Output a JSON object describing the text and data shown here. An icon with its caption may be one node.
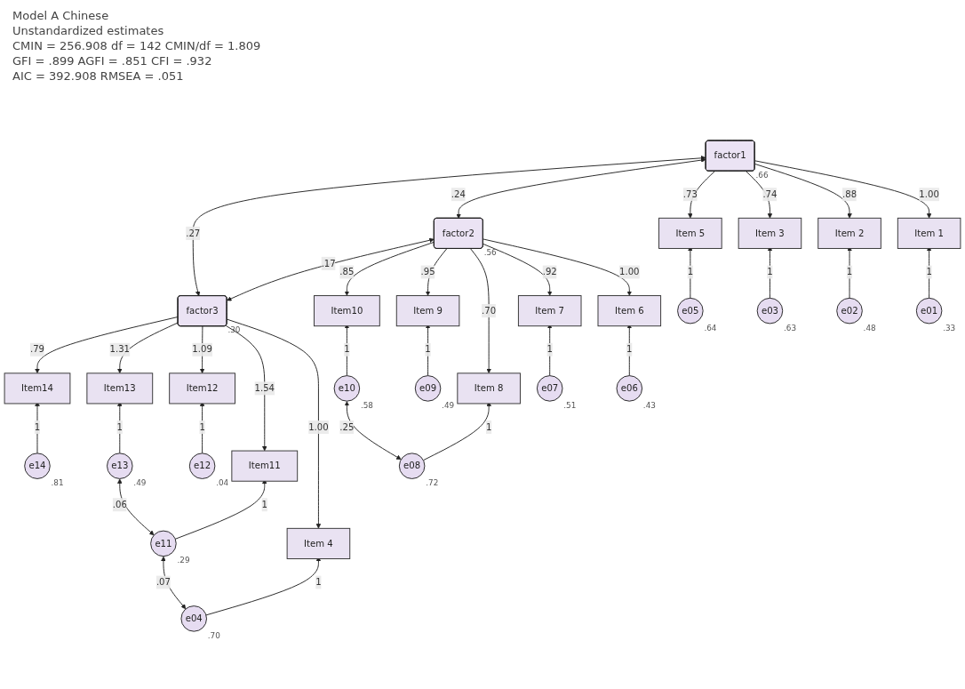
{
  "diagram": {
    "nodes": [
      {
        "text": [
          "factor3"
        ],
        "beside": [
          ".30"
        ]
      },
      {
        "text": [
          "factor2"
        ],
        "beside": [
          ".56"
        ]
      },
      {
        "text": [
          "factor1"
        ],
        "beside": [
          ".66"
        ]
      },
      {
        "text": [
          "Item14"
        ]
      },
      {
        "text": [
          "Item13"
        ]
      },
      {
        "text": [
          "Item12"
        ]
      },
      {
        "text": [
          "Item11"
        ]
      },
      {
        "text": [
          "Item 4"
        ]
      },
      {
        "text": [
          "Item10"
        ]
      },
      {
        "text": [
          "Item 9"
        ]
      },
      {
        "text": [
          "Item 8"
        ]
      },
      {
        "text": [
          "Item 7"
        ]
      },
      {
        "text": [
          "Item 6"
        ]
      },
      {
        "text": [
          "Item 5"
        ]
      },
      {
        "text": [
          "Item 3"
        ]
      },
      {
        "text": [
          "Item 2"
        ]
      },
      {
        "text": [
          "Item 1"
        ]
      },
      {
        "text": [
          "e14"
        ],
        "beside": [
          ".81"
        ]
      },
      {
        "text": [
          "e13"
        ],
        "beside": [
          ".49"
        ]
      },
      {
        "text": [
          "e12"
        ],
        "beside": [
          ".04"
        ]
      },
      {
        "text": [
          "e11"
        ],
        "beside": [
          ".29"
        ]
      },
      {
        "text": [
          "e04"
        ],
        "beside": [
          ".70"
        ]
      },
      {
        "text": [
          "e10"
        ],
        "beside": [
          ".58"
        ]
      },
      {
        "text": [
          "e09"
        ],
        "beside": [
          ".49"
        ]
      },
      {
        "text": [
          "e08"
        ],
        "beside": [
          ".72"
        ]
      },
      {
        "text": [
          "e07"
        ],
        "beside": [
          ".51"
        ]
      },
      {
        "text": [
          "e06"
        ],
        "beside": [
          ".43"
        ]
      },
      {
        "text": [
          "e05"
        ],
        "beside": [
          ".64"
        ]
      },
      {
        "text": [
          "e03"
        ],
        "beside": [
          ".63"
        ]
      },
      {
        "text": [
          "e02"
        ],
        "beside": [
          ".48"
        ]
      },
      {
        "text": [
          "e01"
        ],
        "beside": [
          ".33"
        ]
      }
    ],
    "edges": [
      {
        "from": 0,
        "to": 2,
        "arrow": "both",
        "label": ".27"
      },
      {
        "from": 0,
        "to": 1,
        "arrow": "both",
        "label": ".17"
      },
      {
        "from": 1,
        "to": 2,
        "arrow": "both",
        "label": ".24"
      },
      {
        "from": 0,
        "to": 3,
        "arrow": "to",
        "label": ".79"
      },
      {
        "from": 0,
        "to": 4,
        "arrow": "to",
        "label": "1.31"
      },
      {
        "from": 0,
        "to": 5,
        "arrow": "to",
        "label": "1.09"
      },
      {
        "from": 0,
        "to": 6,
        "arrow": "to",
        "label": "1.54"
      },
      {
        "from": 0,
        "to": 7,
        "arrow": "to",
        "label": "1.00"
      },
      {
        "from": 1,
        "to": 8,
        "arrow": "to",
        "label": ".85"
      },
      {
        "from": 1,
        "to": 9,
        "arrow": "to",
        "label": ".95"
      },
      {
        "from": 1,
        "to": 10,
        "arrow": "to",
        "label": ".70"
      },
      {
        "from": 1,
        "to": 11,
        "arrow": "to",
        "label": ".92"
      },
      {
        "from": 1,
        "to": 12,
        "arrow": "to",
        "label": "1.00"
      },
      {
        "from": 2,
        "to": 13,
        "arrow": "to",
        "label": ".73"
      },
      {
        "from": 2,
        "to": 14,
        "arrow": "to",
        "label": ".74"
      },
      {
        "from": 2,
        "to": 15,
        "arrow": "to",
        "label": ".88"
      },
      {
        "from": 2,
        "to": 16,
        "arrow": "to",
        "label": "1.00"
      },
      {
        "from": 17,
        "to": 3,
        "arrow": "to",
        "label": "1"
      },
      {
        "from": 18,
        "to": 4,
        "arrow": "to",
        "label": "1"
      },
      {
        "from": 19,
        "to": 5,
        "arrow": "to",
        "label": "1"
      },
      {
        "from": 20,
        "to": 6,
        "arrow": "to",
        "label": "1"
      },
      {
        "from": 21,
        "to": 7,
        "arrow": "to",
        "label": "1"
      },
      {
        "from": 22,
        "to": 8,
        "arrow": "to",
        "label": "1"
      },
      {
        "from": 23,
        "to": 9,
        "arrow": "to",
        "label": "1"
      },
      {
        "from": 24,
        "to": 10,
        "arrow": "to",
        "label": "1"
      },
      {
        "from": 25,
        "to": 11,
        "arrow": "to",
        "label": "1"
      },
      {
        "from": 26,
        "to": 12,
        "arrow": "to",
        "label": "1"
      },
      {
        "from": 27,
        "to": 13,
        "arrow": "to",
        "label": "1"
      },
      {
        "from": 28,
        "to": 14,
        "arrow": "to",
        "label": "1"
      },
      {
        "from": 29,
        "to": 15,
        "arrow": "to",
        "label": "1"
      },
      {
        "from": 30,
        "to": 16,
        "arrow": "to",
        "label": "1"
      },
      {
        "from": 18,
        "to": 20,
        "arrow": "both",
        "label": ".06"
      },
      {
        "from": 20,
        "to": 21,
        "arrow": "both",
        "label": ".07"
      },
      {
        "from": 22,
        "to": 24,
        "arrow": "both",
        "label": ".25"
      }
    ],
    "labels": [
      "Model A Chinese",
      "Unstandardized estimates",
      "CMIN = 256.908 df = 142 CMIN/df = 1.809",
      "GFI = .899 AGFI = .851 CFI = .932",
      "AIC = 392.908 RMSEA = .051"
    ]
  }
}
